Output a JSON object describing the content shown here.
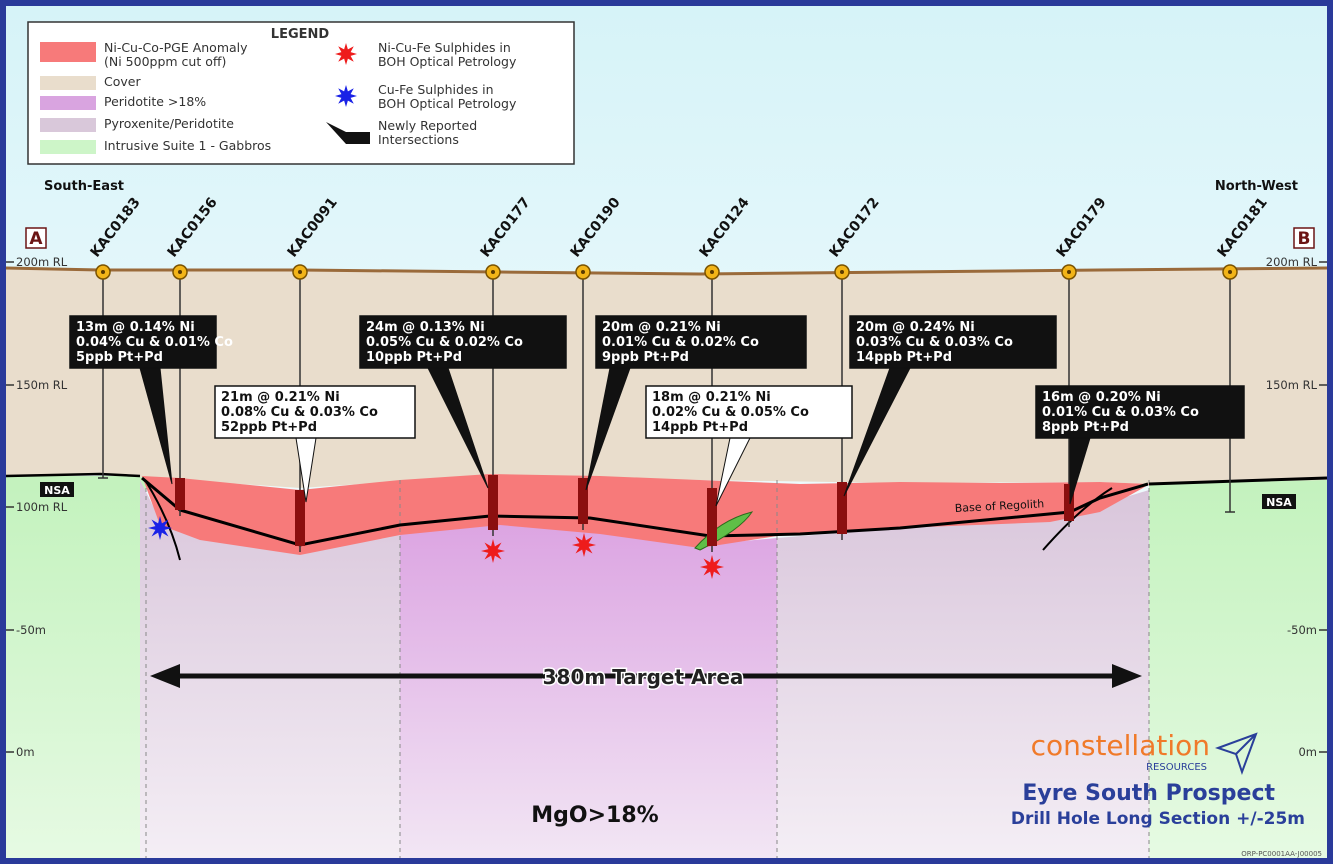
{
  "legend": {
    "title": "LEGEND",
    "items": [
      {
        "label": "Ni-Cu-Co-PGE Anomaly",
        "label2": "(Ni 500ppm cut off)",
        "color": "#f77a7a"
      },
      {
        "label": "Cover",
        "color": "#e9ddcc"
      },
      {
        "label": "Peridotite >18%",
        "color": "#d9a4e0"
      },
      {
        "label": "Pyroxenite/Peridotite",
        "color": "#d9c8da"
      },
      {
        "label": "Intrusive Suite 1 - Gabbros",
        "color": "#cdf5c8"
      }
    ],
    "symbols": [
      {
        "label": "Ni-Cu-Fe Sulphides in",
        "label2": "BOH Optical Petrology",
        "icon": "red-star-icon",
        "color": "#ee1c1c"
      },
      {
        "label": "Cu-Fe Sulphides in",
        "label2": "BOH Optical Petrology",
        "icon": "blue-star-icon",
        "color": "#1a22e6"
      },
      {
        "label": "Newly Reported",
        "label2": "Intersections",
        "icon": "intersection-callout-icon",
        "color": "#000000"
      }
    ]
  },
  "section": {
    "left_direction": "South-East",
    "right_direction": "North-West",
    "left_marker": "A",
    "right_marker": "B",
    "rl_labels": [
      "200m RL",
      "150m RL",
      "100m RL",
      "-50m",
      "0m"
    ],
    "nsa_label": "NSA",
    "regolith_label": "Base of Regolith",
    "target_label": "380m Target Area",
    "mgo_label": "MgO>18%"
  },
  "drill_holes": [
    "KAC0183",
    "KAC0156",
    "KAC0091",
    "KAC0177",
    "KAC0190",
    "KAC0124",
    "KAC0172",
    "KAC0179",
    "KAC0181"
  ],
  "intersections": [
    {
      "line1": "13m @ 0.14% Ni",
      "line2": "0.04% Cu & 0.01% Co",
      "line3": "5ppb Pt+Pd"
    },
    {
      "line1": "21m @ 0.21% Ni",
      "line2": "0.08% Cu & 0.03% Co",
      "line3": "52ppb Pt+Pd"
    },
    {
      "line1": "24m @ 0.13% Ni",
      "line2": "0.05% Cu & 0.02% Co",
      "line3": "10ppb Pt+Pd"
    },
    {
      "line1": "20m @ 0.21% Ni",
      "line2": "0.01% Cu & 0.02% Co",
      "line3": "9ppb Pt+Pd"
    },
    {
      "line1": "18m @ 0.21% Ni",
      "line2": "0.02% Cu & 0.05% Co",
      "line3": "14ppb Pt+Pd"
    },
    {
      "line1": "20m @ 0.24% Ni",
      "line2": "0.03% Cu & 0.03% Co",
      "line3": "14ppb Pt+Pd"
    },
    {
      "line1": "16m @ 0.20% Ni",
      "line2": "0.01% Cu & 0.03% Co",
      "line3": "8ppb Pt+Pd"
    }
  ],
  "branding": {
    "company": "constellation",
    "company_sub": "RESOURCES",
    "prospect": "Eyre South Prospect",
    "subtitle": "Drill Hole Long Section +/-25m",
    "ref": "ORP-PC0001AA-J00005"
  },
  "colors": {
    "frame": "#2a3a9a",
    "cover": "#e9ddcc",
    "gabbro": "#cdf5c8",
    "pyroxenite": "#d9c8da",
    "peridotite": "#d9a4e0",
    "anomaly": "#f77a7a",
    "collar": "#f2b418",
    "drill_trace": "#8b0f0f",
    "topo_line": "#9a6a3a",
    "brand_orange": "#f07a2a",
    "brand_blue": "#2a3f9a"
  }
}
